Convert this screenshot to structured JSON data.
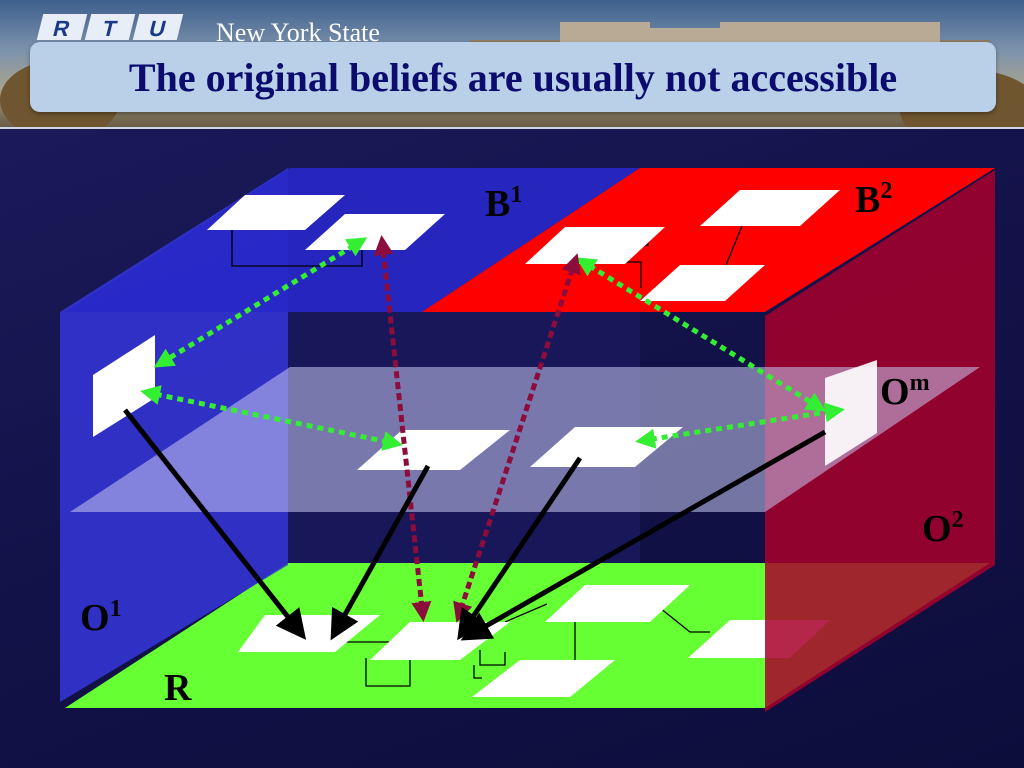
{
  "header": {
    "logo_letters": [
      "R",
      "T",
      "U"
    ],
    "logo_text": "New York State"
  },
  "title": "The original beliefs are usually not accessible",
  "labels": {
    "b1": {
      "base": "B",
      "sup": "1"
    },
    "b2": {
      "base": "B",
      "sup": "2"
    },
    "om": {
      "base": "O",
      "sup": "m"
    },
    "o2": {
      "base": "O",
      "sup": "2"
    },
    "o1": {
      "base": "O",
      "sup": "1"
    },
    "r": {
      "base": "R",
      "sup": ""
    }
  },
  "colors": {
    "background": "#15154a",
    "title_banner": "#b9d0e8",
    "title_text": "#0c0c6e",
    "plane_b1": "#2828c8",
    "plane_b2": "#ff0000",
    "plane_o1": "#3535d8",
    "plane_o2": "#a8002c",
    "plane_om": "#c8c8f0",
    "plane_r": "#66ff33",
    "arrow_green": "#33ee33",
    "arrow_maroon": "#8c0c3c",
    "arrow_black": "#000000"
  }
}
